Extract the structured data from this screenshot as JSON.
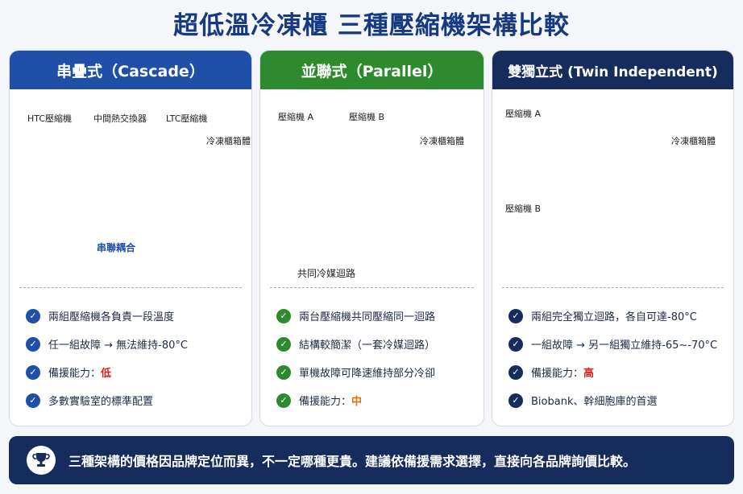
{
  "title": "超低溫冷凍櫃 三種壓縮機架構比較",
  "panels": [
    {
      "header": "串疊式（Cascade）",
      "labels": {
        "htc": "HTC壓縮機",
        "exchanger": "中間熱交換器",
        "ltc": "LTC壓縮機",
        "cabinet": "冷凍櫃箱體",
        "coupling": "串聯耦合"
      },
      "points": [
        "兩組壓縮機各負責一段溫度",
        "任一組故障 → 無法維持-80°C",
        "備援能力：",
        "多數實驗室的標準配置"
      ],
      "backup_level": "低"
    },
    {
      "header": "並聯式（Parallel）",
      "labels": {
        "comp_a": "壓縮機 A",
        "comp_b": "壓縮機 B",
        "cabinet": "冷凍櫃箱體",
        "shared_loop": "共同冷媒迴路"
      },
      "points": [
        "兩台壓縮機共同壓縮同一迴路",
        "結構較簡潔（一套冷媒迴路）",
        "單機故障可降速維持部分冷卻",
        "備援能力："
      ],
      "backup_level": "中"
    },
    {
      "header": "雙獨立式 (Twin Independent)",
      "labels": {
        "comp_a": "壓縮機 A",
        "comp_b": "壓縮機 B",
        "cabinet": "冷凍櫃箱體"
      },
      "points": [
        "兩組完全獨立迴路，各自可達-80°C",
        "一組故障 → 另一組獨立維持-65~-70°C",
        "備援能力：",
        "Biobank、幹細胞庫的首選"
      ],
      "backup_level": "高"
    }
  ],
  "footer": "三種架構的價格因品牌定位而異，不一定哪種更貴。建議依備援需求選擇，直接向各品牌詢價比較。",
  "colors": {
    "blue": "#1f4fa6",
    "green": "#2e8a2e",
    "navy": "#162c5c",
    "red": "#d62020",
    "orange": "#e46c0a"
  }
}
